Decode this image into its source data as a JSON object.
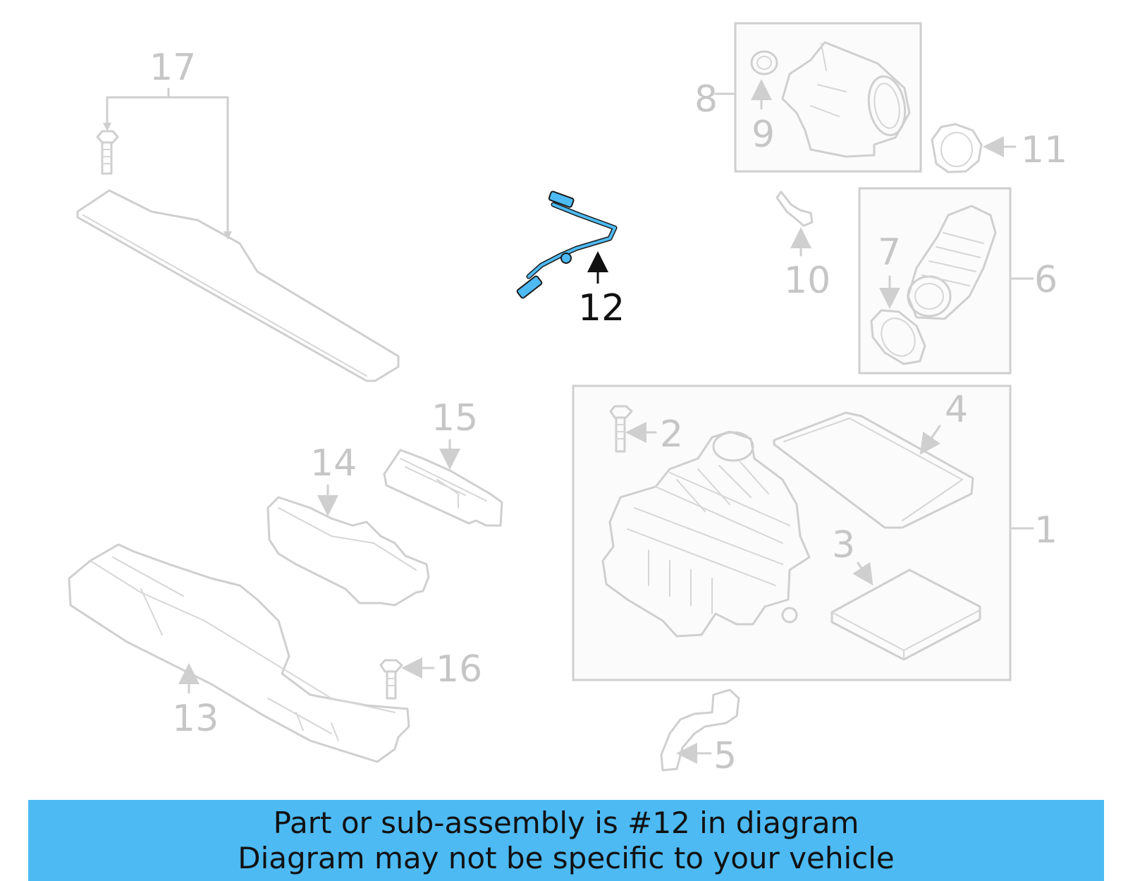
{
  "callouts": {
    "c1": "1",
    "c2": "2",
    "c3": "3",
    "c4": "4",
    "c5": "5",
    "c6": "6",
    "c7": "7",
    "c8": "8",
    "c9": "9",
    "c10": "10",
    "c11": "11",
    "c12": "12",
    "c13": "13",
    "c14": "14",
    "c15": "15",
    "c16": "16",
    "c17": "17"
  },
  "highlight_part": "12",
  "colors": {
    "highlight": "#4dbaf3",
    "parts": "#cfcfcf",
    "callout_text": "#c6c6c6",
    "banner": "#4dbaf3"
  },
  "banner": {
    "line1": "Part or sub-assembly is #12 in diagram",
    "line2": "Diagram may not be specific to your vehicle"
  }
}
